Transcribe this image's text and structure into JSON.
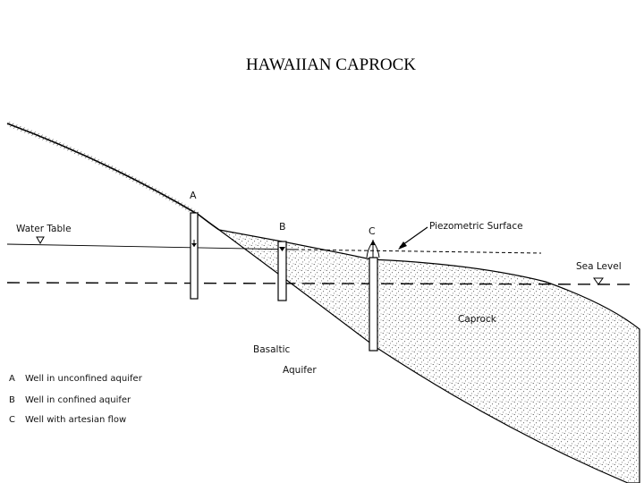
{
  "title": "HAWAIIAN CAPROCK",
  "labels": {
    "water_table": "Water Table",
    "piezometric_surface": "Piezometric Surface",
    "sea_level": "Sea Level",
    "caprock": "Caprock",
    "basaltic": "Basaltic",
    "aquifer": "Aquifer"
  },
  "wells": [
    {
      "letter": "A",
      "description": "Well in unconfined aquifer"
    },
    {
      "letter": "B",
      "description": "Well in confined aquifer"
    },
    {
      "letter": "C",
      "description": "Well with artesian flow"
    }
  ]
}
